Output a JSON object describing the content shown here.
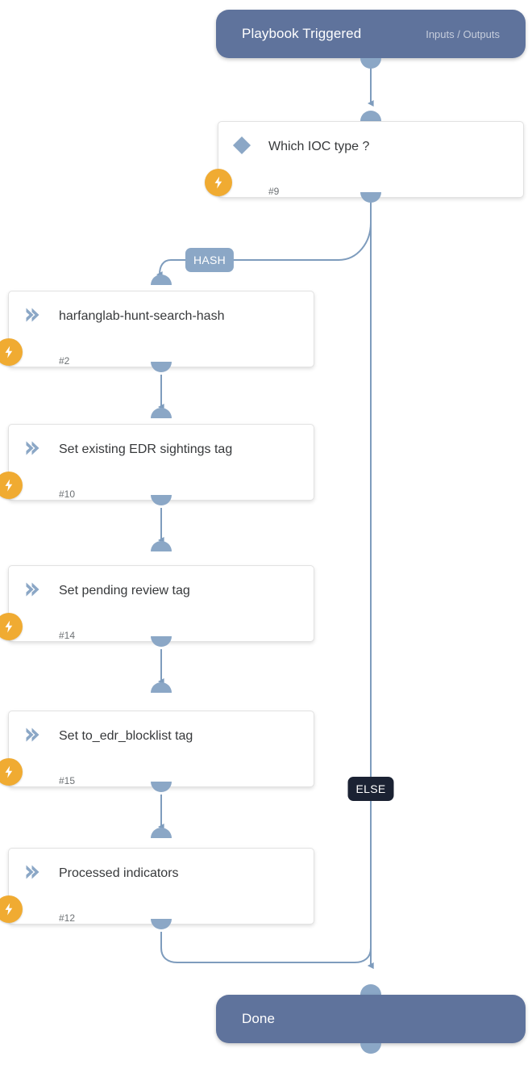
{
  "diagram": {
    "type": "playbook-workflow",
    "colors": {
      "terminal": "#5f739c",
      "handle": "#8ba7c6",
      "edge": "#7e9cbd",
      "trigger_badge": "#f0ab32",
      "branch_label": "#8ba7c6",
      "else_label": "#1b2233",
      "card_bg": "#ffffff",
      "card_title": "#37393b",
      "card_ref": "#6d7174"
    },
    "start": {
      "title": "Playbook Triggered",
      "meta": "Inputs / Outputs"
    },
    "end": {
      "title": "Done"
    },
    "nodes": [
      {
        "id": "n9",
        "kind": "condition",
        "icon": "diamond-icon",
        "title": "Which IOC type ?",
        "ref": "#9"
      },
      {
        "id": "n2",
        "kind": "action",
        "icon": "chevron-right-icon",
        "title": "harfanglab-hunt-search-hash",
        "ref": "#2"
      },
      {
        "id": "n10",
        "kind": "action",
        "icon": "chevron-right-icon",
        "title": "Set existing EDR sightings tag",
        "ref": "#10"
      },
      {
        "id": "n14",
        "kind": "action",
        "icon": "chevron-right-icon",
        "title": "Set pending review tag",
        "ref": "#14"
      },
      {
        "id": "n15",
        "kind": "action",
        "icon": "chevron-right-icon",
        "title": "Set to_edr_blocklist tag",
        "ref": "#15"
      },
      {
        "id": "n12",
        "kind": "action",
        "icon": "chevron-right-icon",
        "title": "Processed indicators",
        "ref": "#12"
      }
    ],
    "edge_labels": [
      {
        "id": "hash",
        "text": "HASH",
        "style": "branch"
      },
      {
        "id": "else",
        "text": "ELSE",
        "style": "else"
      }
    ],
    "badge_icon": "lightning-bolt-icon"
  }
}
